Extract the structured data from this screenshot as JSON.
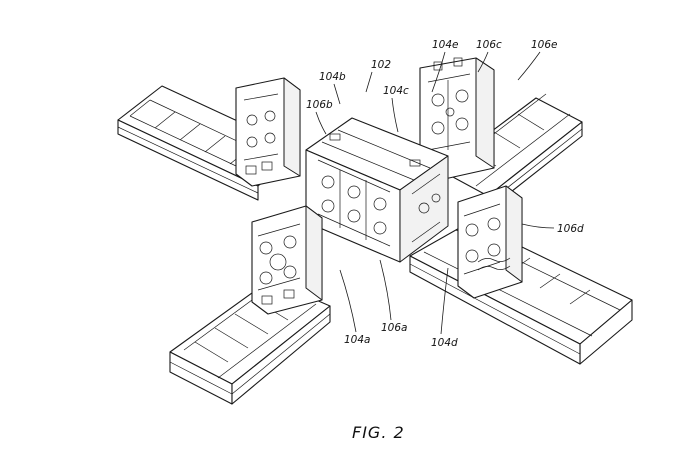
{
  "figure": {
    "caption": "FIG. 2",
    "labels": {
      "l102": "102",
      "l104a": "104a",
      "l104b": "104b",
      "l104c": "104c",
      "l104d": "104d",
      "l104e": "104e",
      "l106a": "106a",
      "l106b": "106b",
      "l106c": "106c",
      "l106d": "106d",
      "l106e": "106e"
    }
  }
}
